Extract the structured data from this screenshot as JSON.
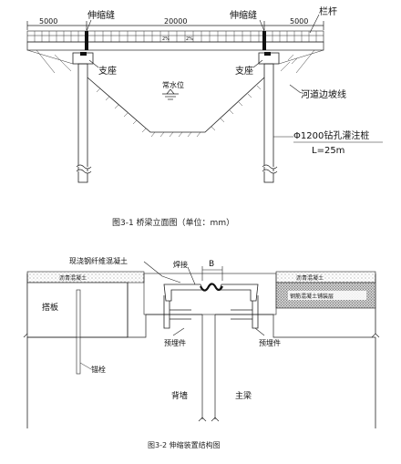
{
  "fig1": {
    "dims": [
      "5000",
      "20000",
      "5000"
    ],
    "labels": {
      "expansion_joint": "伸缩缝",
      "railing": "栏杆",
      "bearing": "支座",
      "water_level": "常水位",
      "bank_slope": "河道边坡线",
      "pile": "Φ1200钻孔灌注桩",
      "pile_length": "L=25m"
    },
    "caption": "图3-1 桥梁立面图（单位：mm）"
  },
  "fig2": {
    "labels": {
      "steel_fiber_concrete": "现浇钢纤维混凝土",
      "weld": "焊接",
      "gap": "B",
      "asphalt": "沥青混凝土",
      "rc_pavement": "钢筋混凝土铺装层",
      "approach_slab": "搭板",
      "embedded_part": "预埋件",
      "anchor_bolt": "锚栓",
      "back_wall": "背墙",
      "main_girder": "主梁"
    },
    "caption": "图3-2 伸缩装置结构图"
  }
}
